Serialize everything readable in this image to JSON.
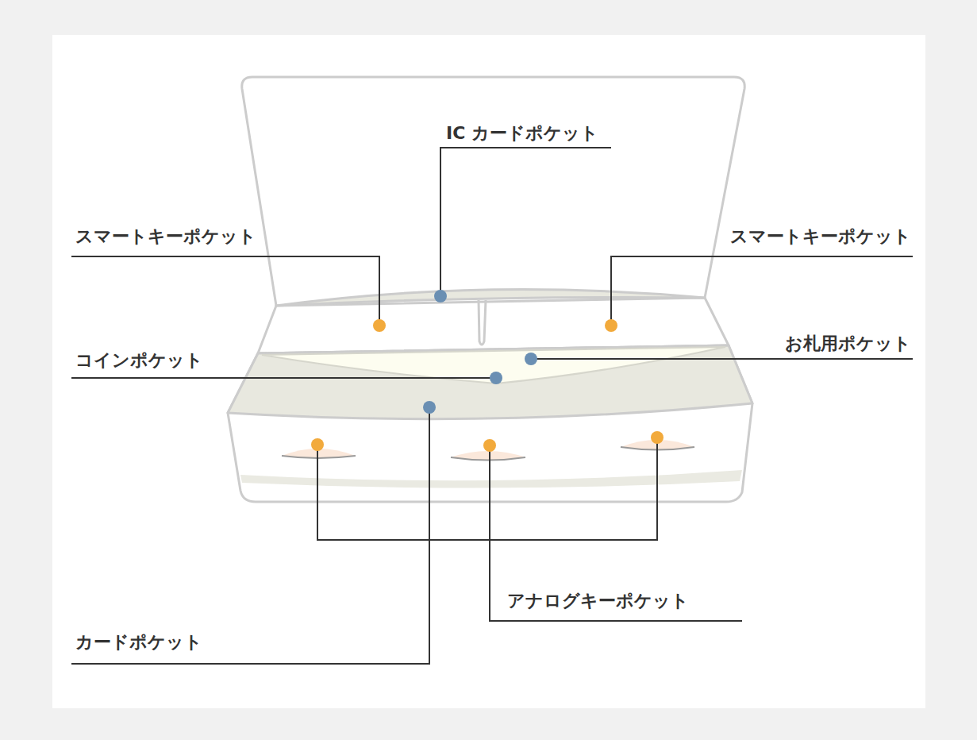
{
  "diagram": {
    "labels": [
      "IC カードポケット",
      "スマートキーポケット",
      "スマートキーポケット",
      "お札用ポケット",
      "コインポケット",
      "カードポケット",
      "アナログキーポケット"
    ]
  }
}
